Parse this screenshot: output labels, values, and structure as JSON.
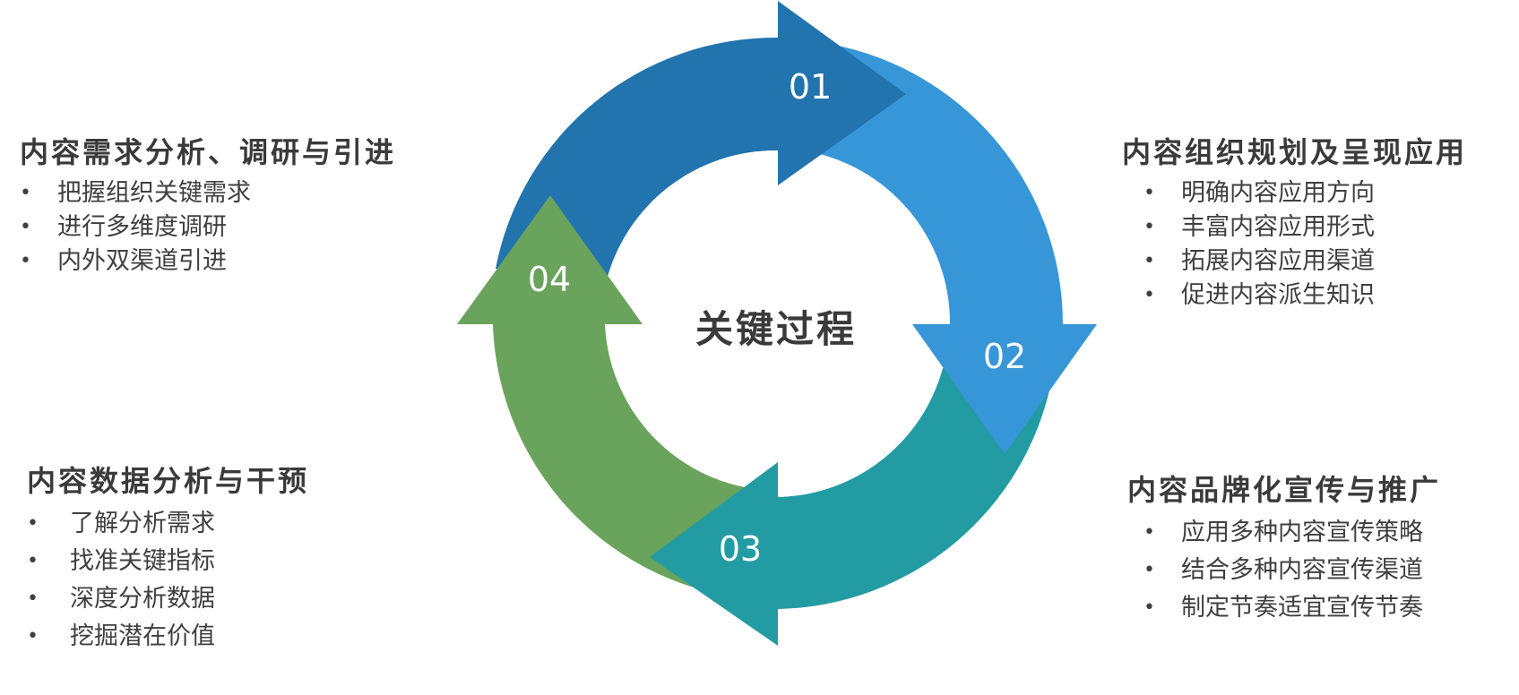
{
  "center_label": "关键过程",
  "steps": [
    {
      "number": "01",
      "color": "#2174ae",
      "title": "内容需求分析、调研与引进",
      "items": [
        "把握组织关键需求",
        "进行多维度调研",
        "内外双渠道引进"
      ]
    },
    {
      "number": "02",
      "color": "#3796d8",
      "title": "内容组织规划及呈现应用",
      "items": [
        "明确内容应用方向",
        "丰富内容应用形式",
        "拓展内容应用渠道",
        "促进内容派生知识"
      ]
    },
    {
      "number": "03",
      "color": "#229ba3",
      "title": "内容品牌化宣传与推广",
      "items": [
        "应用多种内容宣传策略",
        "结合多种内容宣传渠道",
        "制定节奏适宜宣传节奏"
      ]
    },
    {
      "number": "04",
      "color": "#6aa35b",
      "title": "内容数据分析与干预",
      "items": [
        "了解分析需求",
        "找准关键指标",
        "深度分析数据",
        "挖掘潜在价值"
      ]
    }
  ],
  "bullet": "•"
}
